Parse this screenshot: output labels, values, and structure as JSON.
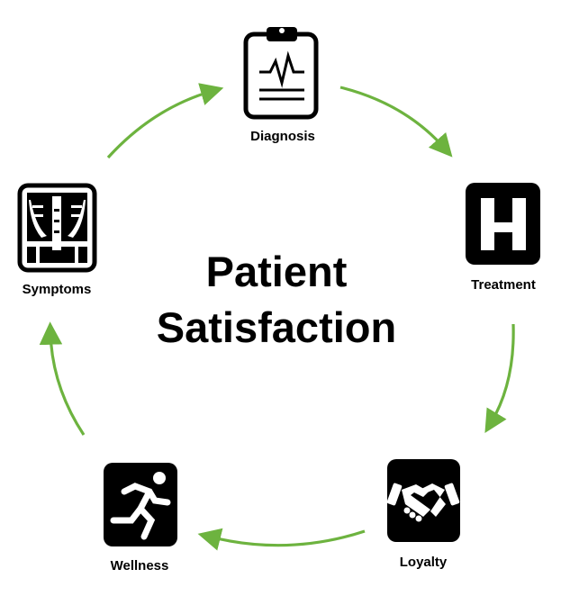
{
  "title": {
    "line1": "Patient",
    "line2": "Satisfaction"
  },
  "accent_color": "#6db33f",
  "stages": [
    {
      "label": "Diagnosis",
      "icon": "clipboard-heartbeat-icon"
    },
    {
      "label": "Treatment",
      "icon": "hospital-h-icon"
    },
    {
      "label": "Loyalty",
      "icon": "handshake-icon"
    },
    {
      "label": "Wellness",
      "icon": "running-person-icon"
    },
    {
      "label": "Symptoms",
      "icon": "xray-icon"
    }
  ]
}
